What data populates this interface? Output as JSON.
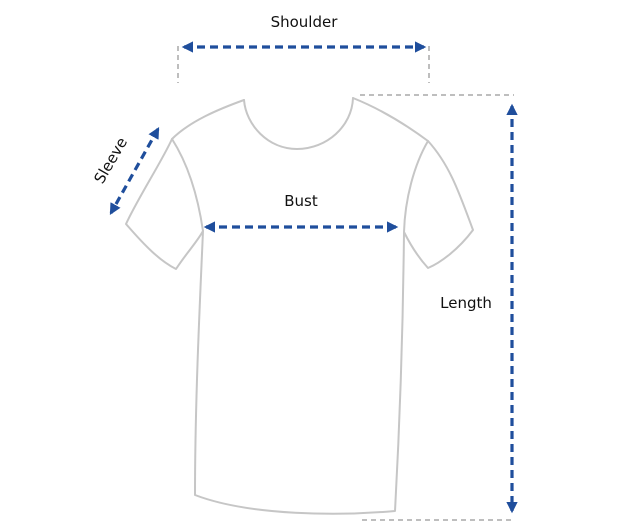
{
  "labels": {
    "shoulder": "Shoulder",
    "sleeve": "Sleeve",
    "bust": "Bust",
    "length": "Length"
  },
  "colors": {
    "arrow": "#1f4e9c",
    "outline": "#c6c6c6",
    "guide": "#a8a8a8",
    "text": "#111111"
  }
}
